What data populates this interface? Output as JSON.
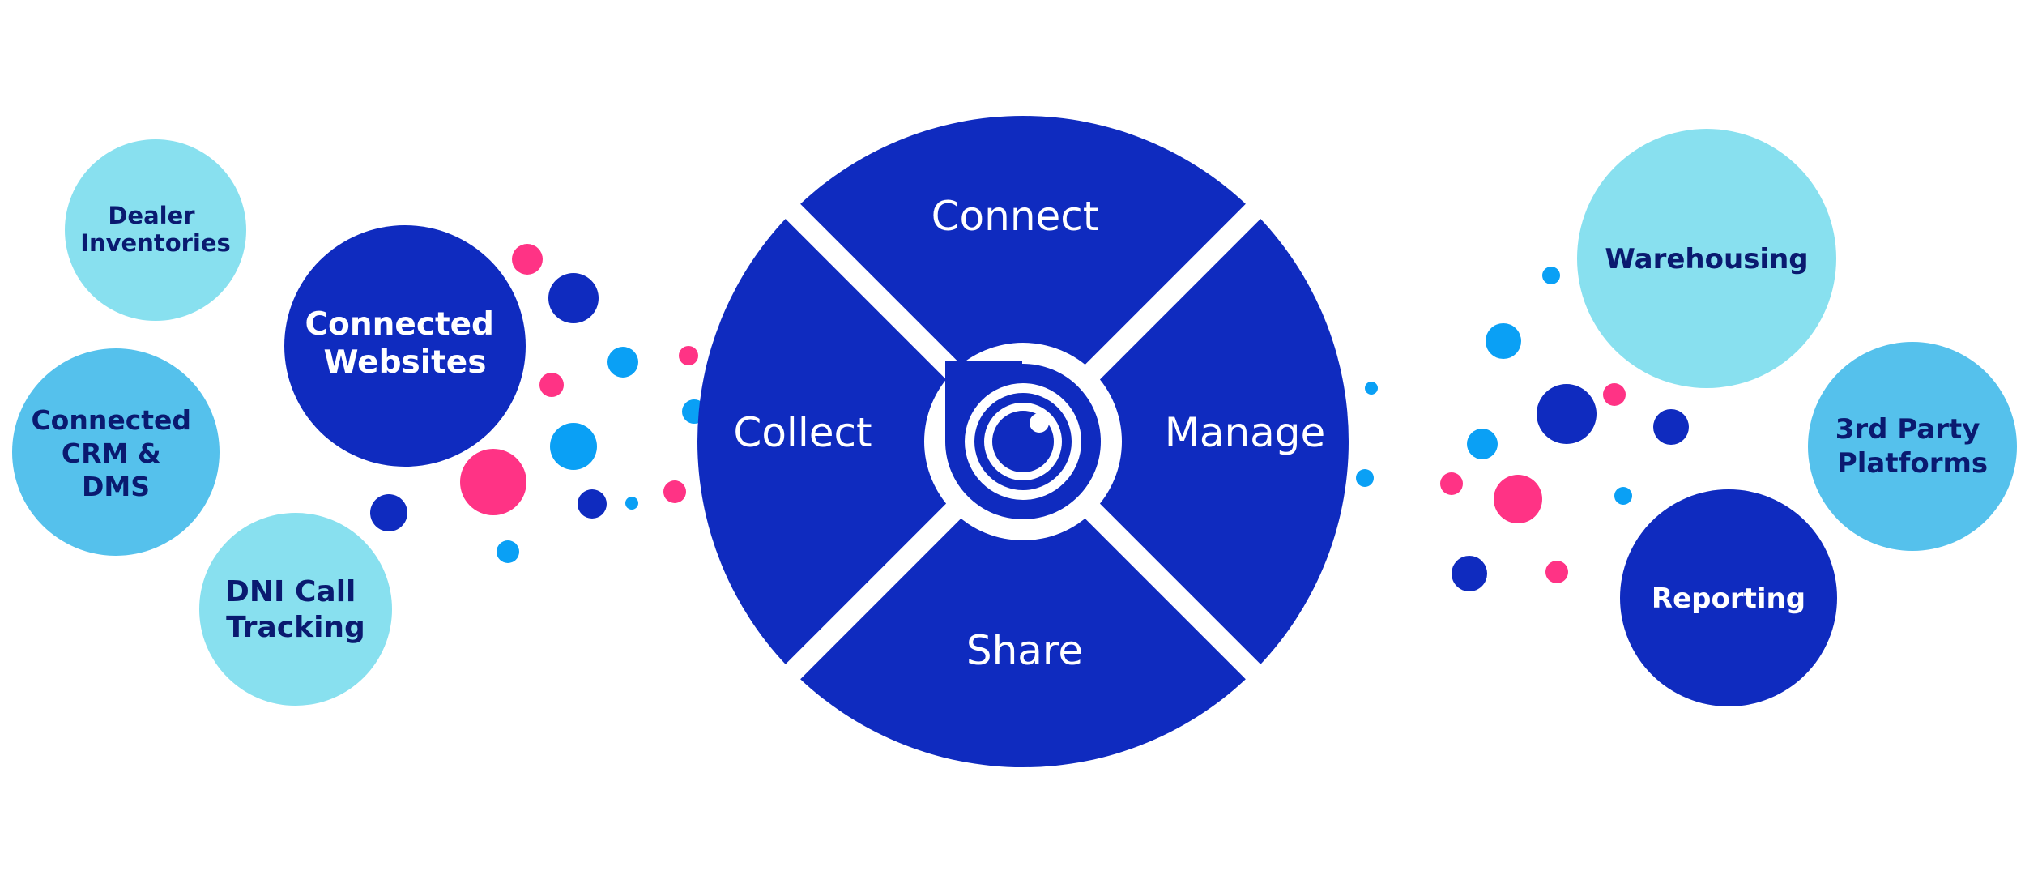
{
  "colors": {
    "navy": "#0f2bbf",
    "light_cyan": "#88e0ef",
    "mid_cyan": "#55c1ec",
    "dot_blue": "#0aa0f5",
    "dot_pink": "#ff3385",
    "text_dark": "#0a1a70",
    "text_white": "#ffffff"
  },
  "wheel": {
    "segments": {
      "connect": "Connect",
      "collect": "Collect",
      "manage": "Manage",
      "share": "Share"
    },
    "center_icon": "eye-icon"
  },
  "left_bubbles": {
    "dealer_inventories": [
      "Dealer",
      "Inventories"
    ],
    "connected_websites": [
      "Connected",
      "Websites"
    ],
    "connected_crm_dms": [
      "Connected",
      "CRM &",
      "DMS"
    ],
    "dni_call_tracking": [
      "DNI Call",
      "Tracking"
    ]
  },
  "right_bubbles": {
    "warehousing": "Warehousing",
    "third_party_platforms": [
      "3rd Party",
      "Platforms"
    ],
    "reporting": "Reporting"
  }
}
